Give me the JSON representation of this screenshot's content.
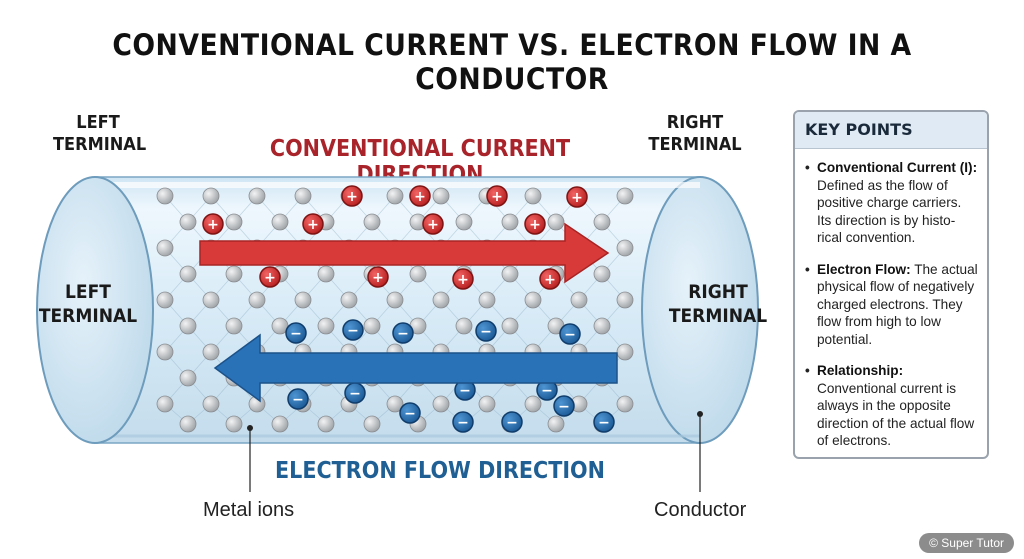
{
  "title": "CONVENTIONAL CURRENT VS. ELECTRON FLOW IN A CONDUCTOR",
  "labels": {
    "left_terminal_top": [
      "LEFT",
      "TERMINAL"
    ],
    "right_terminal_top": [
      "RIGHT",
      "TERMINAL"
    ],
    "left_terminal_end": [
      "LEFT",
      "TERMINAL"
    ],
    "right_terminal_end": [
      "RIGHT",
      "TERMINAL"
    ],
    "conventional_direction": "CONVENTIONAL CURRENT DIRECTION",
    "electron_direction": "ELECTRON FLOW DIRECTION",
    "metal_ions": "Metal ions",
    "conductor": "Conductor"
  },
  "symbols": {
    "positive": "+",
    "negative": "−"
  },
  "colors": {
    "conventional": "#d83a3a",
    "electron": "#2a72b8",
    "conventional_text": "#a8232a",
    "electron_text": "#1f5f93",
    "cylinder_fill": "#dceef9",
    "ion": "#b9bcbf"
  },
  "key_points": {
    "heading": "KEY POINTS",
    "items": [
      {
        "term": "Conventional Current (I):",
        "text": "Defined as the flow of positive charge carriers. Its direction is by histo-rical convention."
      },
      {
        "term": "Electron Flow:",
        "text": "The actual physical flow of negatively charged electrons. They flow from high to low potential."
      },
      {
        "term": "Relationship:",
        "text": "Conventional current is always in the opposite direction of the actual flow of electrons."
      }
    ]
  },
  "watermark": "© Super Tutor"
}
